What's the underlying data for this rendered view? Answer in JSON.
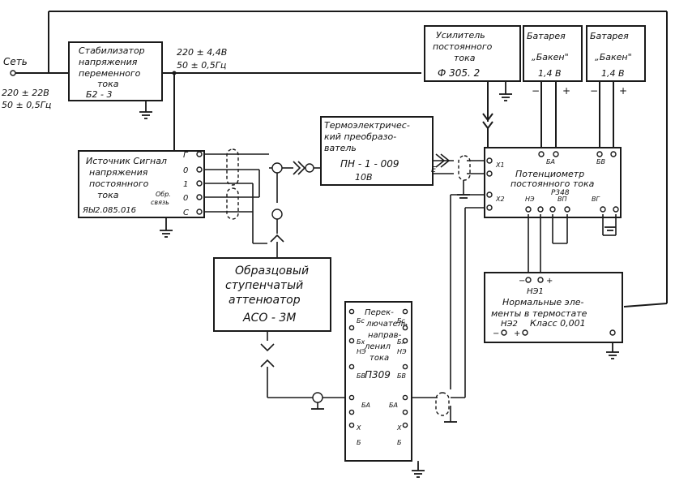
{
  "network": {
    "label": "Сеть",
    "voltage": "220 ± 22В",
    "frequency": "50 ± 0,5Гц"
  },
  "stabilizer": {
    "line1": "Стабилизатор",
    "line2": "напряжения",
    "line3": "переменного",
    "line4": "тока",
    "model": "Б2 - 3",
    "out_voltage": "220 ± 4,4В",
    "out_frequency": "50 ± 0,5Гц"
  },
  "dc_amplifier": {
    "line1": "Усилитель",
    "line2": "постоянного",
    "line3": "тока",
    "model": "Ф 305. 2"
  },
  "battery_a": {
    "line1": "Батарея",
    "line2": "„Бакен\"",
    "voltage": "1,4 В",
    "minus": "−",
    "plus": "+"
  },
  "battery_b": {
    "line1": "Батарея",
    "line2": "„Бакен\"",
    "voltage": "1,4 В",
    "minus": "−",
    "plus": "+"
  },
  "thermo_converter": {
    "line1": "Термоэлектричес-",
    "line2": "кий преобразо-",
    "line3": "ватель",
    "model": "ПН - 1 - 009",
    "value": "10В"
  },
  "signal_source": {
    "line1": "Источник Сигнал",
    "line2": "напряжения",
    "line3": "постоянного",
    "line4": "тока",
    "model": "ЯЫ2.085.016",
    "feedback1": "Обр.",
    "feedback2": "связь",
    "terminals": [
      "Г",
      "0",
      "1",
      "0",
      "С"
    ]
  },
  "potentiometer": {
    "line1": "Потенциометр",
    "line2": "постоянного тока",
    "model": "Р348",
    "x1": "Х1",
    "x2": "Х2",
    "ba": "БА",
    "bb": "БВ",
    "ne": "НЭ",
    "vp": "ВП",
    "vg": "ВГ",
    "minus": "−",
    "plus": "+"
  },
  "attenuator": {
    "line1": "Образцовый",
    "line2": "ступенчатый",
    "line3": "аттенюатор",
    "model": "АСО - 3М"
  },
  "normal_elements": {
    "ne1": "НЭ1",
    "line1": "Нормальные эле-",
    "line2": "менты в термостате",
    "ne2": "НЭ2",
    "class": "Класс 0,001",
    "minus": "−",
    "plus": "+"
  },
  "switch": {
    "line1": "Перек-",
    "line2": "лючатель",
    "line3": "направ-",
    "line4": "ленил",
    "line5": "тока",
    "model": "П309",
    "left_terms": [
      "Бс",
      "Бх",
      "НЭ",
      "БВ",
      "БА",
      "Х",
      "Б"
    ],
    "right_terms": [
      "Бс",
      "Бх",
      "НЭ",
      "БВ",
      "БА",
      "Х",
      "Б"
    ]
  },
  "marks": {
    "ba_mark": "БА",
    "arrow_e": "Е"
  }
}
